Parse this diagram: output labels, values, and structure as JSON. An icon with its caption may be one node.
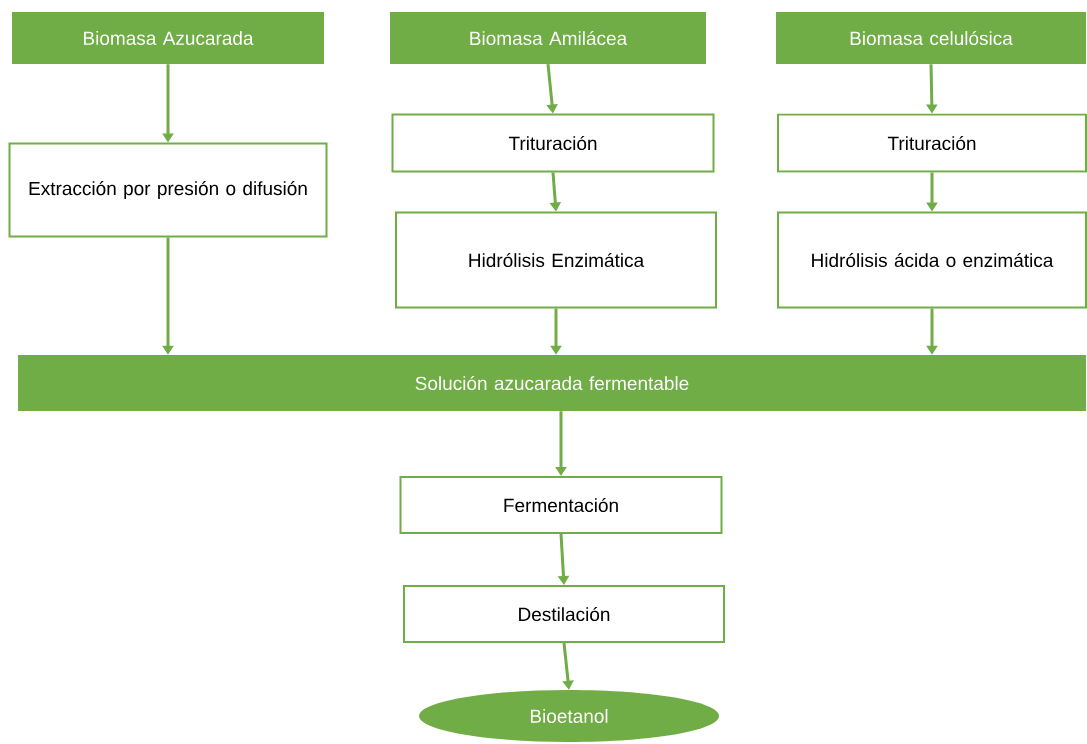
{
  "diagram": {
    "nodes": [
      {
        "text": [
          "Biomasa Azucarada"
        ]
      },
      {
        "text": [
          "Biomasa Amilácea"
        ]
      },
      {
        "text": [
          "Biomasa celulósica"
        ]
      },
      {
        "text": [
          "Extracción por presión o difusión"
        ]
      },
      {
        "text": [
          "Trituración"
        ]
      },
      {
        "text": [
          "Hidrólisis Enzimática"
        ]
      },
      {
        "text": [
          "Trituración"
        ]
      },
      {
        "text": [
          "Hidrólisis ácida o enzimática"
        ]
      },
      {
        "text": [
          "Solución azucarada fermentable"
        ]
      },
      {
        "text": [
          "Fermentación"
        ]
      },
      {
        "text": [
          "Destilación"
        ]
      },
      {
        "text": [
          "Bioetanol"
        ]
      }
    ],
    "edges": [
      {
        "from": 0,
        "to": 3,
        "arrow": "to"
      },
      {
        "from": 1,
        "to": 4,
        "arrow": "to"
      },
      {
        "from": 4,
        "to": 5,
        "arrow": "to"
      },
      {
        "from": 2,
        "to": 6,
        "arrow": "to"
      },
      {
        "from": 6,
        "to": 7,
        "arrow": "to"
      },
      {
        "from": 3,
        "to": 8,
        "arrow": "to"
      },
      {
        "from": 5,
        "to": 8,
        "arrow": "to"
      },
      {
        "from": 7,
        "to": 8,
        "arrow": "to"
      },
      {
        "from": 8,
        "to": 9,
        "arrow": "to"
      },
      {
        "from": 9,
        "to": 10,
        "arrow": "to"
      },
      {
        "from": 10,
        "to": 11,
        "arrow": "to"
      }
    ]
  }
}
